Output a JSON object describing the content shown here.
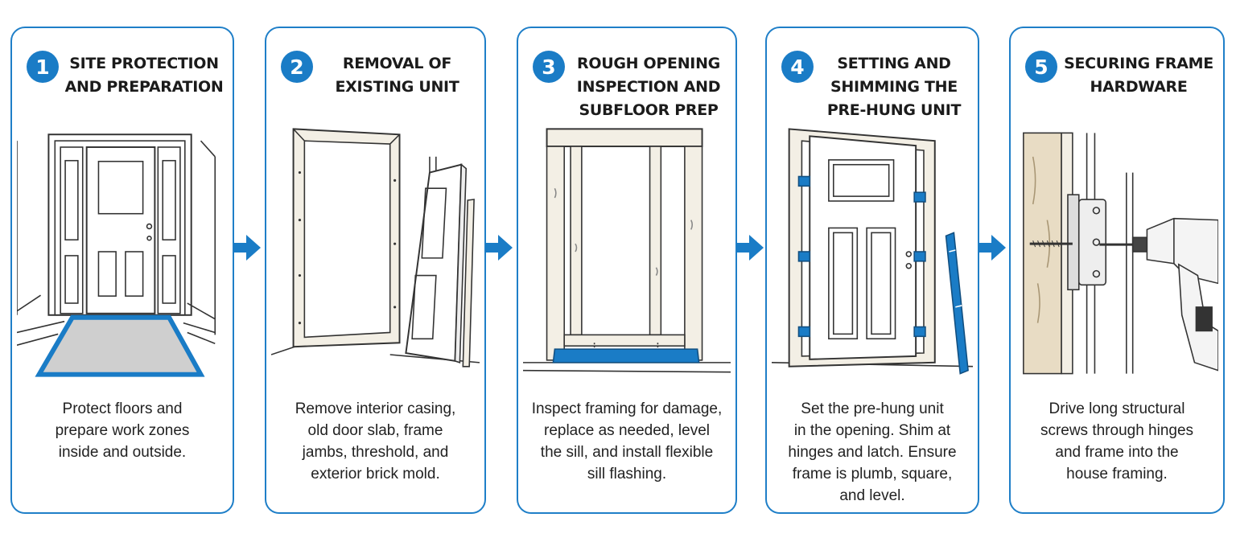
{
  "accent_color": "#1a7cc6",
  "steps": [
    {
      "number": "1",
      "title": "SITE PROTECTION\nAND PREPARATION",
      "description": "Protect floors and\nprepare work zones\ninside and outside.",
      "illustration": "door-with-floor-protection"
    },
    {
      "number": "2",
      "title": "REMOVAL OF\nEXISTING UNIT",
      "description": "Remove interior casing,\nold door slab, frame\njambs, threshold, and\nexterior brick mold.",
      "illustration": "empty-frame-removed-slab"
    },
    {
      "number": "3",
      "title": "ROUGH OPENING\nINSPECTION AND\nSUBFLOOR PREP",
      "description": "Inspect framing for damage,\nreplace as needed, level\nthe sill, and install flexible\nsill flashing.",
      "illustration": "rough-opening-sill-flashing"
    },
    {
      "number": "4",
      "title": "SETTING AND\nSHIMMING THE\nPRE-HUNG UNIT",
      "description": "Set the pre-hung unit\nin the opening. Shim at\nhinges and latch. Ensure\nframe is plumb, square,\nand level.",
      "illustration": "prehung-door-shims-level"
    },
    {
      "number": "5",
      "title": "SECURING FRAME\nHARDWARE",
      "description": "Drive long structural\nscrews through hinges\nand frame into the\nhouse framing.",
      "illustration": "hinge-screw-drill"
    }
  ]
}
